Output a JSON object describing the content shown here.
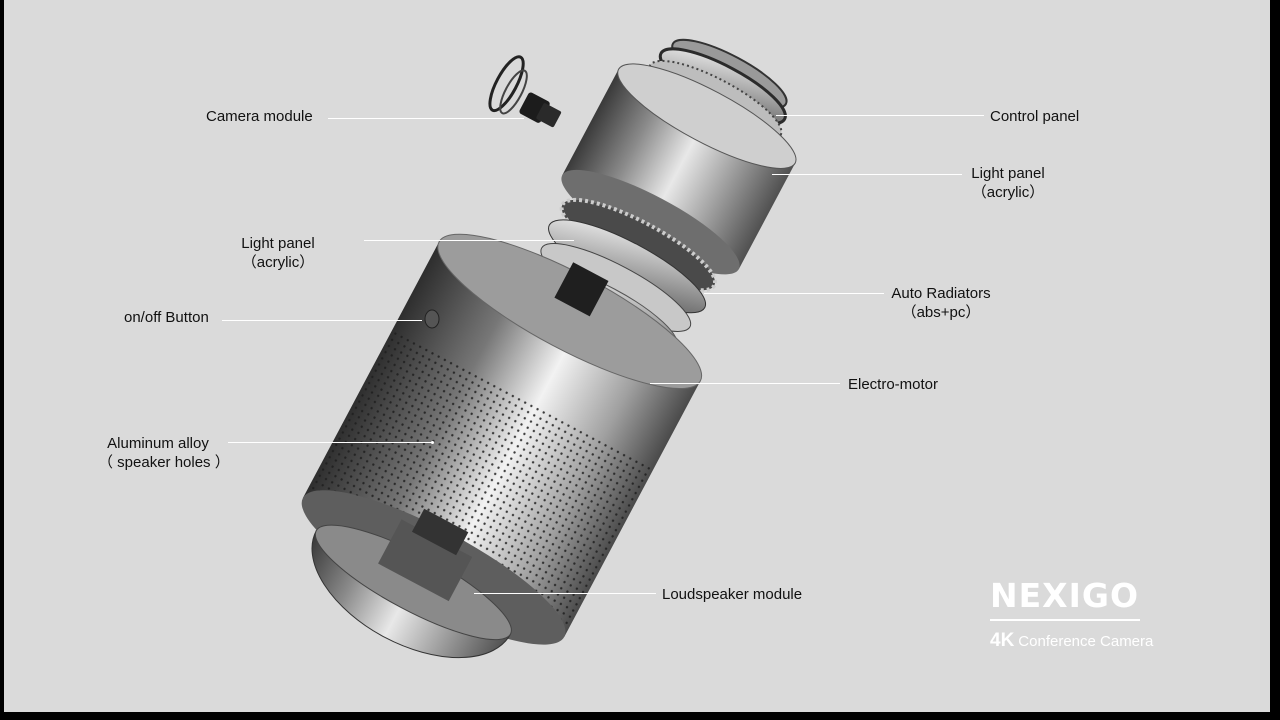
{
  "labels": {
    "camera_module": "Camera module",
    "control_panel": "Control panel",
    "light_panel_top_line1": "Light panel",
    "light_panel_top_line2": "（acrylic）",
    "light_panel_left_line1": "Light panel",
    "light_panel_left_line2": "（acrylic）",
    "auto_radiators_line1": "Auto Radiators",
    "auto_radiators_line2": "（abs+pc）",
    "onoff_button": "on/off Button",
    "electro_motor": "Electro-motor",
    "aluminum_line1": "Aluminum alloy",
    "aluminum_line2": "（ speaker holes ）",
    "loudspeaker": "Loudspeaker module"
  },
  "brand": {
    "name": "NEXIGO",
    "tag_bold": "4K",
    "tag_rest": "Conference Camera"
  },
  "colors": {
    "background": "#dadada",
    "frame": "#000000",
    "leader_lines": "#ffffff",
    "text": "#111111",
    "logo": "#ffffff"
  }
}
